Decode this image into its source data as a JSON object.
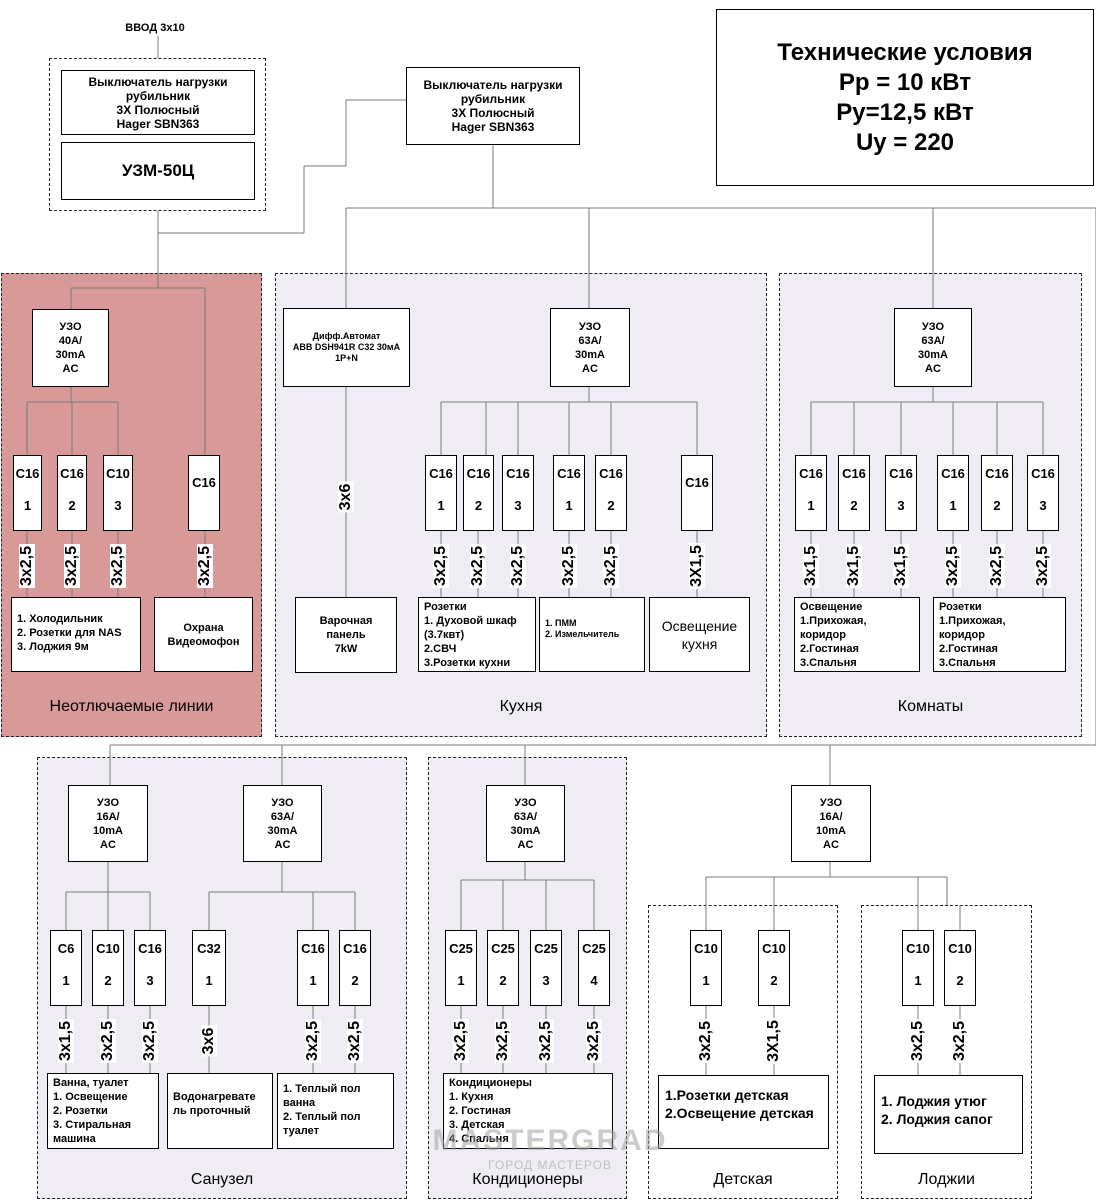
{
  "input_label": "ВВОД 3х10",
  "main_switch_1": {
    "line1": "Выключатель нагрузки",
    "line2": "рубильник",
    "line3": "3Х Полюсный",
    "line4": "Hager SBN363"
  },
  "uzm": "УЗМ-50Ц",
  "main_switch_2": {
    "line1": "Выключатель нагрузки",
    "line2": "рубильник",
    "line3": "3Х Полюсный",
    "line4": "Hager SBN363"
  },
  "tech": {
    "line1": "Технические условия",
    "line2": "Рр = 10 кВт",
    "line3": "Ру=12,5 кВт",
    "line4": "Uу = 220"
  },
  "groups": {
    "unswitched": "Неотлючаемые линии",
    "kitchen": "Кухня",
    "rooms": "Комнаты",
    "bathroom": "Санузел",
    "ac": "Кондиционеры",
    "kids": "Детская",
    "loggias": "Лоджии"
  },
  "rcd": {
    "u1": [
      "УЗО",
      "40А/",
      "30mA",
      "AC"
    ],
    "k": [
      "УЗО",
      "63А/",
      "30mA",
      "AC"
    ],
    "r": [
      "УЗО",
      "63А/",
      "30mA",
      "AC"
    ],
    "b1": [
      "УЗО",
      "16А/",
      "10mA",
      "AC"
    ],
    "b2": [
      "УЗО",
      "63А/",
      "30mA",
      "AC"
    ],
    "ac": [
      "УЗО",
      "63А/",
      "30mA",
      "AC"
    ],
    "kl": [
      "УЗО",
      "16А/",
      "10mA",
      "AC"
    ]
  },
  "diff": {
    "line1": "Дифф.Автомат",
    "line2": "ABB DSH941R C32 30мА",
    "line3": "1P+N"
  },
  "breakers": {
    "u1": {
      "rating": "C16",
      "num": "1"
    },
    "u2": {
      "rating": "C16",
      "num": "2"
    },
    "u3": {
      "rating": "C10",
      "num": "3"
    },
    "u4": {
      "rating": "C16"
    },
    "k1": {
      "rating": "C16",
      "num": "1"
    },
    "k2": {
      "rating": "C16",
      "num": "2"
    },
    "k3": {
      "rating": "C16",
      "num": "3"
    },
    "k4": {
      "rating": "C16",
      "num": "1"
    },
    "k5": {
      "rating": "C16",
      "num": "2"
    },
    "k6": {
      "rating": "C16"
    },
    "r1": {
      "rating": "C16",
      "num": "1"
    },
    "r2": {
      "rating": "C16",
      "num": "2"
    },
    "r3": {
      "rating": "C16",
      "num": "3"
    },
    "r4": {
      "rating": "C16",
      "num": "1"
    },
    "r5": {
      "rating": "C16",
      "num": "2"
    },
    "r6": {
      "rating": "C16",
      "num": "3"
    },
    "b1": {
      "rating": "C6",
      "num": "1"
    },
    "b2": {
      "rating": "C10",
      "num": "2"
    },
    "b3": {
      "rating": "C16",
      "num": "3"
    },
    "b4": {
      "rating": "C32",
      "num": "1"
    },
    "b5": {
      "rating": "C16",
      "num": "1"
    },
    "b6": {
      "rating": "C16",
      "num": "2"
    },
    "a1": {
      "rating": "C25",
      "num": "1"
    },
    "a2": {
      "rating": "C25",
      "num": "2"
    },
    "a3": {
      "rating": "C25",
      "num": "3"
    },
    "a4": {
      "rating": "C25",
      "num": "4"
    },
    "d1": {
      "rating": "C10",
      "num": "1"
    },
    "d2": {
      "rating": "C10",
      "num": "2"
    },
    "l1": {
      "rating": "C10",
      "num": "1"
    },
    "l2": {
      "rating": "C10",
      "num": "2"
    }
  },
  "cables": {
    "u1": "3х2,5",
    "u2": "3х2,5",
    "u3": "3х2,5",
    "u4": "3х2,5",
    "diff": "3х6",
    "k1": "3х2,5",
    "k2": "3х2,5",
    "k3": "3х2,5",
    "k4": "3х2,5",
    "k5": "3х2,5",
    "k6": "3Х1,5",
    "r1": "3х1,5",
    "r2": "3х1,5",
    "r3": "3х1,5",
    "r4": "3х2,5",
    "r5": "3х2,5",
    "r6": "3х2,5",
    "b1": "3х1,5",
    "b2": "3х2,5",
    "b3": "3х2,5",
    "b4": "3х6",
    "b5": "3х2,5",
    "b6": "3х2,5",
    "a1": "3х2,5",
    "a2": "3х2,5",
    "a3": "3х2,5",
    "a4": "3х2,5",
    "d1": "3х2,5",
    "d2": "3Х1,5",
    "l1": "3х2,5",
    "l2": "3х2,5"
  },
  "loads": {
    "u_main": [
      "1. Холодильник",
      "2. Розетки для NAS",
      "3. Лоджия 9м"
    ],
    "u_sec": [
      "Охрана",
      "Видеомофон"
    ],
    "stove": [
      "Варочная",
      "панель",
      "7kW"
    ],
    "k_sockets": [
      "Розетки",
      "1. Духовой шкаф",
      "(3.7квт)",
      "2.СВЧ",
      "3.Розетки кухни"
    ],
    "k_dish": [
      "1. ПММ",
      "2. Измельчитель"
    ],
    "k_light": [
      "Освещение",
      "кухня"
    ],
    "r_light": [
      "Освещение",
      "1.Прихожая,",
      "коридор",
      "2.Гостиная",
      "3.Спальня"
    ],
    "r_sockets": [
      "Розетки",
      "1.Прихожая,",
      "коридор",
      "2.Гостиная",
      "3.Спальня"
    ],
    "b_main": [
      "Ванна, туалет",
      "1. Освещение",
      "2. Розетки",
      "3. Стиральная",
      "машина"
    ],
    "b_heater": [
      "Водонагревате",
      "ль проточный"
    ],
    "b_floor": [
      "1. Теплый пол",
      "ванна",
      "2. Теплый пол",
      "туалет"
    ],
    "ac": [
      "Кондиционеры",
      "1. Кухня",
      "2. Гостиная",
      "3. Детская",
      "4. Спальня"
    ],
    "kids": [
      "1.Розетки детская",
      "2.Освещение детская"
    ],
    "loggias": [
      "1. Лоджия утюг",
      "2. Лоджия сапог"
    ]
  },
  "watermark": {
    "main": "MASTERGRAD",
    "sub": "ГОРОД МАСТЕРОВ"
  }
}
